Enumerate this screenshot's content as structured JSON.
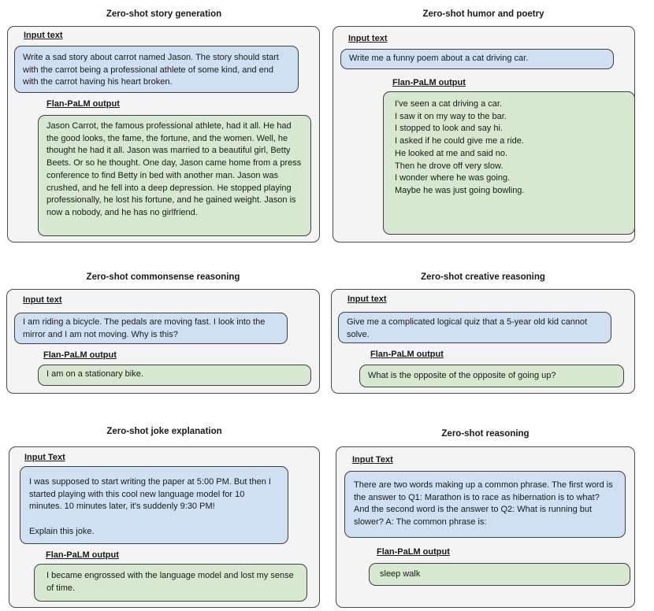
{
  "panels": [
    {
      "title": "Zero-shot story generation",
      "input_label": "Input text",
      "input": "Write a sad story about carrot named Jason. The story should start with the carrot being a professional athlete of some kind, and end with the carrot having his heart broken.",
      "output_label": "Flan-PaLM output",
      "output": "Jason Carrot, the famous professional athlete, had it all. He had the good looks, the fame, the fortune, and the women. Well, he thought he had it all. Jason was married to a beautiful girl, Betty Beets. Or so he thought. One day, Jason came home from a press conference to find Betty in bed with another man. Jason was crushed, and he fell into a deep depression. He stopped playing professionally, he lost his fortune, and he gained weight. Jason is now a nobody, and he has no girlfriend."
    },
    {
      "title": "Zero-shot humor and poetry",
      "input_label": "Input text",
      "input": "Write me a funny poem about a cat driving car.",
      "output_label": "Flan-PaLM output",
      "output": "I've seen a cat driving a car.\nI saw it on my way to the bar.\nI stopped to look and say hi.\nI asked if he could give me a ride.\nHe looked at me and said no.\nThen he drove off very slow.\nI wonder where he was going.\nMaybe he was just going bowling."
    },
    {
      "title": "Zero-shot commonsense reasoning",
      "input_label": "Input text",
      "input": "I am riding a bicycle. The pedals are moving fast. I look into the mirror and I am not moving. Why is this?",
      "output_label": "Flan-PaLM output",
      "output": "I am on a stationary bike."
    },
    {
      "title": "Zero-shot creative reasoning",
      "input_label": "Input text",
      "input": "Give me a complicated logical quiz that a 5-year old kid cannot solve.",
      "output_label": "Flan-PaLM output",
      "output": "What is the opposite of the opposite of going up?"
    },
    {
      "title": "Zero-shot joke explanation",
      "input_label": "Input Text",
      "input": "I was supposed to start writing the paper at 5:00 PM. But then I started playing with this cool new language model for 10 minutes. 10 minutes later, it's suddenly 9:30 PM!\n\nExplain this joke.",
      "output_label": "Flan-PaLM output",
      "output": "I became engrossed with the language model and lost my sense of time."
    },
    {
      "title": "Zero-shot reasoning",
      "input_label": "Input Text",
      "input": "There are two words making up a common phrase. The first word is the answer to Q1: Marathon is to race as hibernation is to what? And the second word is the answer to Q2: What is running but slower? A: The common phrase is:",
      "output_label": "Flan-PaLM output",
      "output": "sleep walk"
    }
  ]
}
